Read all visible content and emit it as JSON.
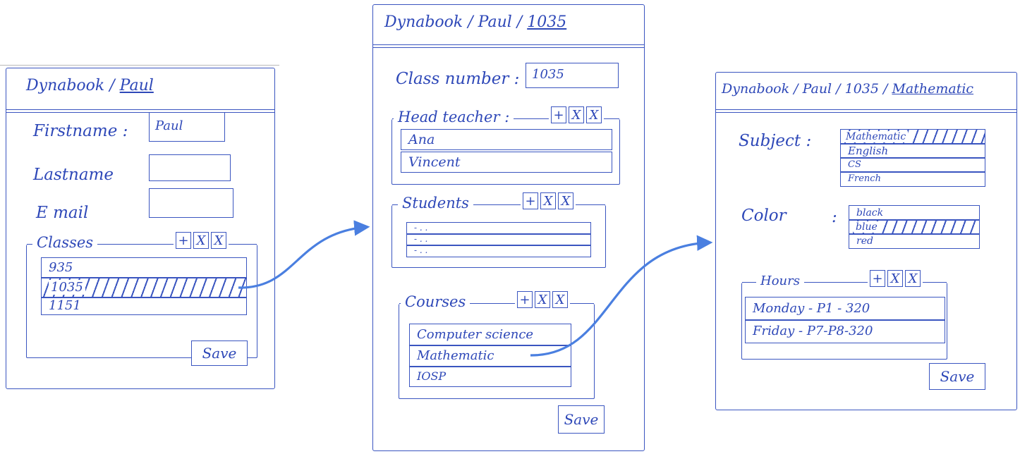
{
  "screen1": {
    "title_prefix": "Dynabook /",
    "title_current": "Paul",
    "firstname_label": "Firstname :",
    "firstname_value": "Paul",
    "lastname_label": "Lastname",
    "lastname_value": "",
    "email_label": "E mail",
    "email_value": "",
    "classes_label": "Classes",
    "classes": [
      "935",
      "1035",
      "1151"
    ],
    "selected_class": "1035",
    "save_label": "Save"
  },
  "screen2": {
    "title_prefix": "Dynabook / Paul /",
    "title_current": "1035",
    "class_number_label": "Class number :",
    "class_number_value": "1035",
    "head_teacher_label": "Head teacher :",
    "head_teachers": [
      "Ana",
      "Vincent"
    ],
    "students_label": "Students",
    "students": [
      "- . .",
      "- . .",
      "- . ."
    ],
    "courses_label": "Courses",
    "courses": [
      "Computer science",
      "Mathematic",
      "IOSP"
    ],
    "save_label": "Save"
  },
  "screen3": {
    "title_prefix": "Dynabook / Paul / 1035 /",
    "title_current": "Mathematic",
    "subject_label": "Subject :",
    "subjects": [
      "Mathematic",
      "English",
      "CS",
      "French"
    ],
    "selected_subject": "Mathematic",
    "color_label": "Color",
    "color_colon": ":",
    "colors": [
      "black",
      "blue",
      "red"
    ],
    "selected_color": "blue",
    "hours_label": "Hours",
    "hours": [
      "Monday - P1 - 320",
      "Friday - P7-P8-320"
    ],
    "save_label": "Save"
  },
  "buttons": {
    "add": "+",
    "edit": "X",
    "delete": "X"
  },
  "colors": {
    "ink": "#2e48b8",
    "arrow": "#4a7fe0"
  }
}
